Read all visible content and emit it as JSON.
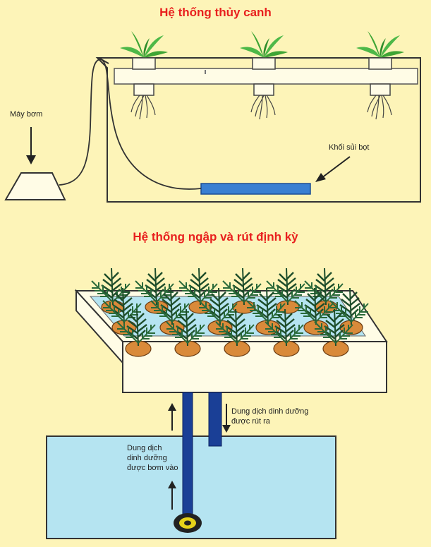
{
  "titles": {
    "hydroponic": "Hệ thống thủy canh",
    "flood_drain": "Hệ thống ngập và rút định kỳ"
  },
  "labels": {
    "pump": "Máy bơm",
    "bubbler": "Khối sủi bọt",
    "solution_out": [
      "Dung dịch dinh dưỡng",
      "được rút ra"
    ],
    "solution_in": [
      "Dung dịch",
      "dinh dưỡng",
      "được bơm vào"
    ]
  },
  "colors": {
    "background": "#fdf4b8",
    "title": "#e8201e",
    "water": "#b5e4f1",
    "pipe": "#1a3f96",
    "bubbler": "#3a7fd2",
    "leaf": "#3fa535",
    "pot": "#d98a3a"
  },
  "icons": [
    "down-arrow-icon",
    "up-arrow-icon",
    "plant-icon",
    "drain-hole-icon"
  ]
}
